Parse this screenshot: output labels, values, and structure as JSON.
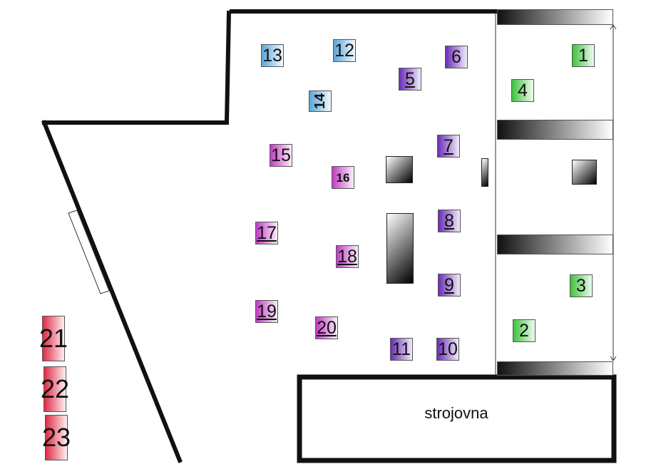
{
  "title": "floor plan",
  "machine_room_label": "strojovna",
  "colors": {
    "blue": "#5aa6d8",
    "purple": "#6a2cb8",
    "magenta": "#c23cc4",
    "green": "#3ec23e",
    "red": "#e02a45",
    "wall": "#111111"
  },
  "stations": {
    "s1": "1",
    "s2": "2",
    "s3": "3",
    "s4": "4",
    "s5": "5",
    "s6": "6",
    "s7": "7",
    "s8": "8",
    "s9": "9",
    "s10": "10",
    "s11": "11",
    "s12": "12",
    "s13": "13",
    "s14": "14",
    "s15": "15",
    "s16": "16",
    "s17": "17",
    "s18": "18",
    "s19": "19",
    "s20": "20",
    "s21": "21",
    "s22": "22",
    "s23": "23"
  }
}
